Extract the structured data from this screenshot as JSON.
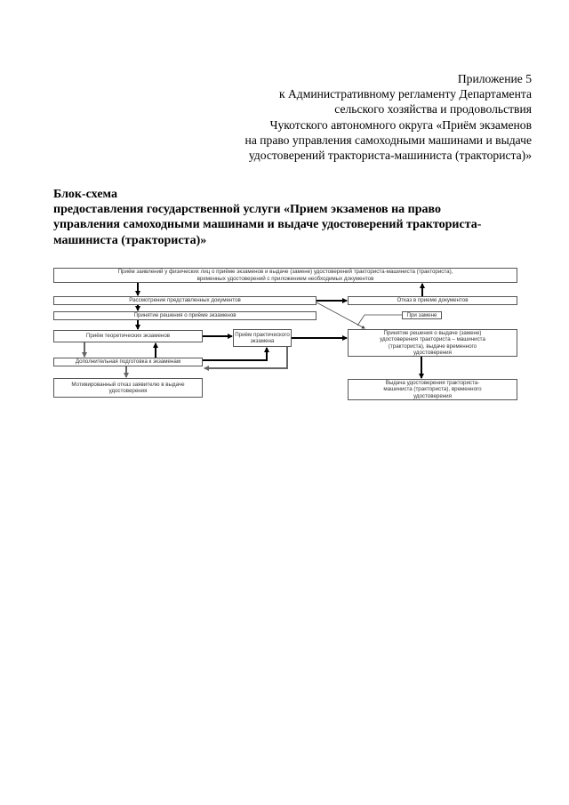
{
  "appendix": {
    "lines": [
      "Приложение 5",
      "к Административному регламенту Департамента",
      "сельского хозяйства и продовольствия",
      "Чукотского автономного округа «Приём экзаменов",
      "на право управления самоходными машинами и выдаче",
      "удостоверений тракториста-машиниста (тракториста)»"
    ]
  },
  "title": {
    "lines": [
      "Блок-схема",
      "предоставления государственной услуги «Прием экзаменов на право",
      "управления самоходными машинами и выдаче удостоверений тракториста-",
      "машиниста (тракториста)»"
    ]
  },
  "flowchart": {
    "boxes": {
      "applications": [
        "Приём заявлений у физических лиц о приёме экзаменов и выдаче (замене) удостоверений тракториста-машиниста (тракториста),",
        "временных удостоверений с приложением необходимых документов"
      ],
      "review": [
        "Рассмотрение представленных документов"
      ],
      "refusal_docs": [
        "Отказ в приеме документов"
      ],
      "decision_exams": [
        "Принятие решения о приёме экзаменов"
      ],
      "on_replacement": [
        "При замене"
      ],
      "theory_exams": [
        "Приём теоретических экзаменов"
      ],
      "practical_exam": [
        "Приём практического",
        "экзамена"
      ],
      "decision_issue": [
        "Принятие решения о выдаче (замене)",
        "удостоверения тракториста – машиниста",
        "(тракториста), выдаче временного",
        "удостоверения"
      ],
      "extra_prep": [
        "Дополнительная подготовка к экзаменам"
      ],
      "motivated_refusal": [
        "Мотивированный отказ заявителю в выдаче",
        "удостоверения"
      ],
      "issuance": [
        "Выдача удостоверения тракториста-",
        "машиниста (тракториста), временного",
        "удостоверения"
      ]
    }
  }
}
